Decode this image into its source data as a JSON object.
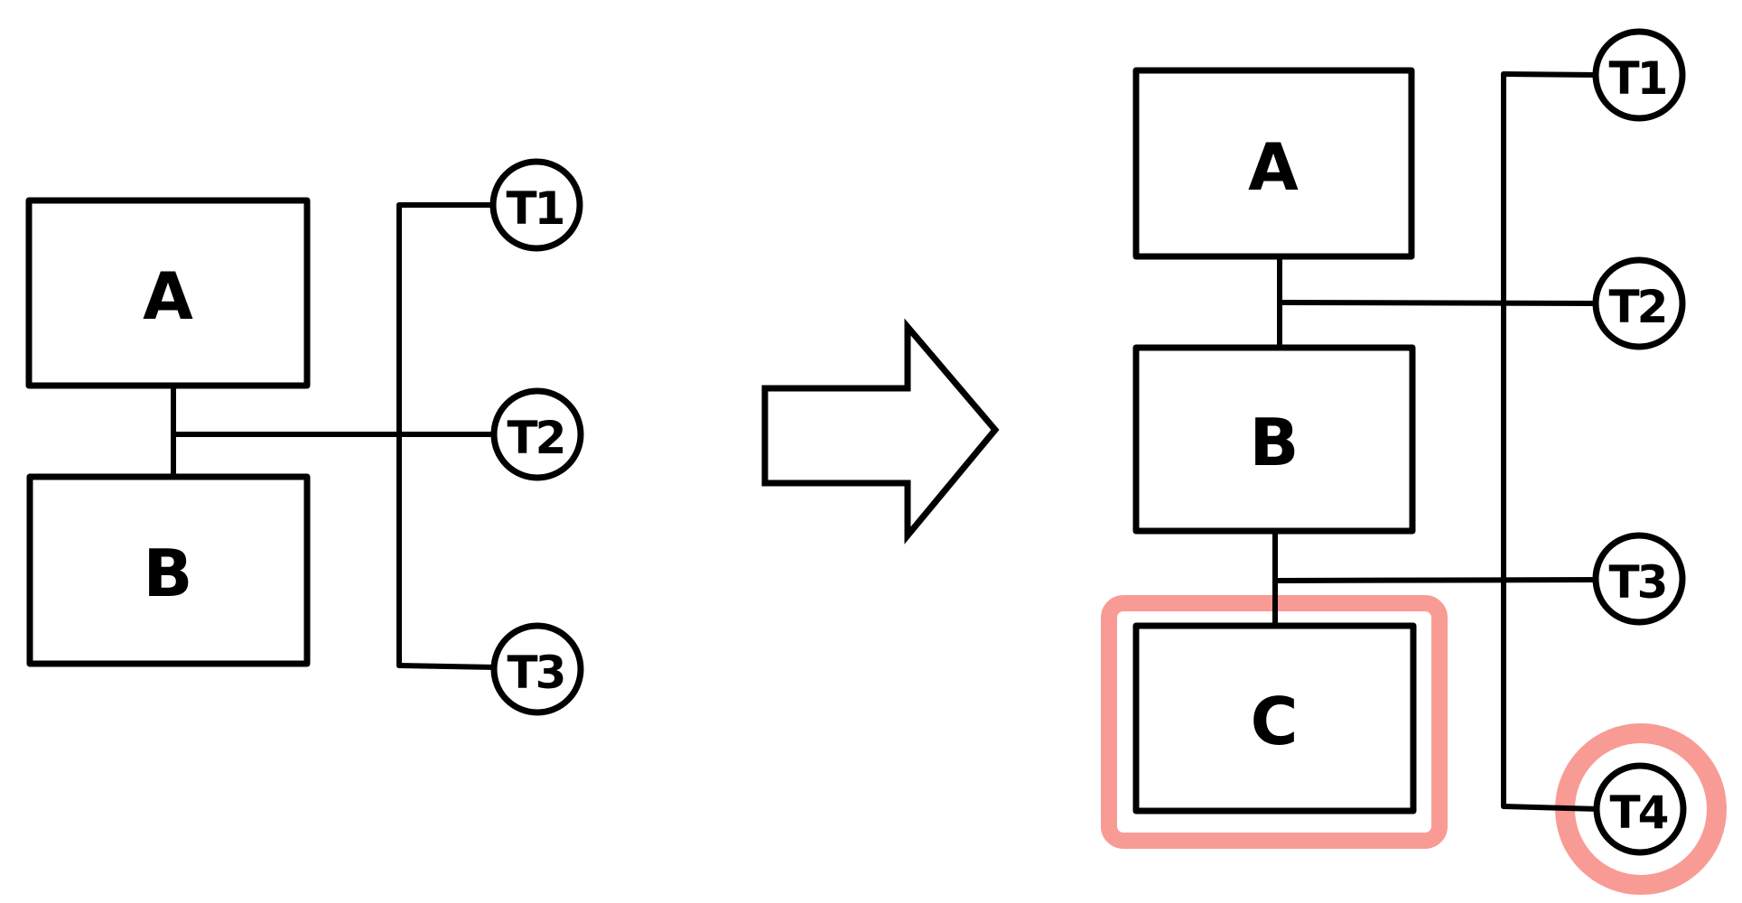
{
  "colors": {
    "stroke": "#000000",
    "highlight": "#f99b95",
    "background": "#ffffff"
  },
  "icons": {
    "arrow": "block-arrow-right-icon"
  },
  "left_diagram": {
    "boxes": [
      {
        "label": "A",
        "highlighted": false
      },
      {
        "label": "B",
        "highlighted": false
      }
    ],
    "terminals": [
      {
        "label": "T1",
        "highlighted": false
      },
      {
        "label": "T2",
        "highlighted": false
      },
      {
        "label": "T3",
        "highlighted": false
      }
    ]
  },
  "right_diagram": {
    "boxes": [
      {
        "label": "A",
        "highlighted": false
      },
      {
        "label": "B",
        "highlighted": false
      },
      {
        "label": "C",
        "highlighted": true
      }
    ],
    "terminals": [
      {
        "label": "T1",
        "highlighted": false
      },
      {
        "label": "T2",
        "highlighted": false
      },
      {
        "label": "T3",
        "highlighted": false
      },
      {
        "label": "T4",
        "highlighted": true
      }
    ]
  }
}
